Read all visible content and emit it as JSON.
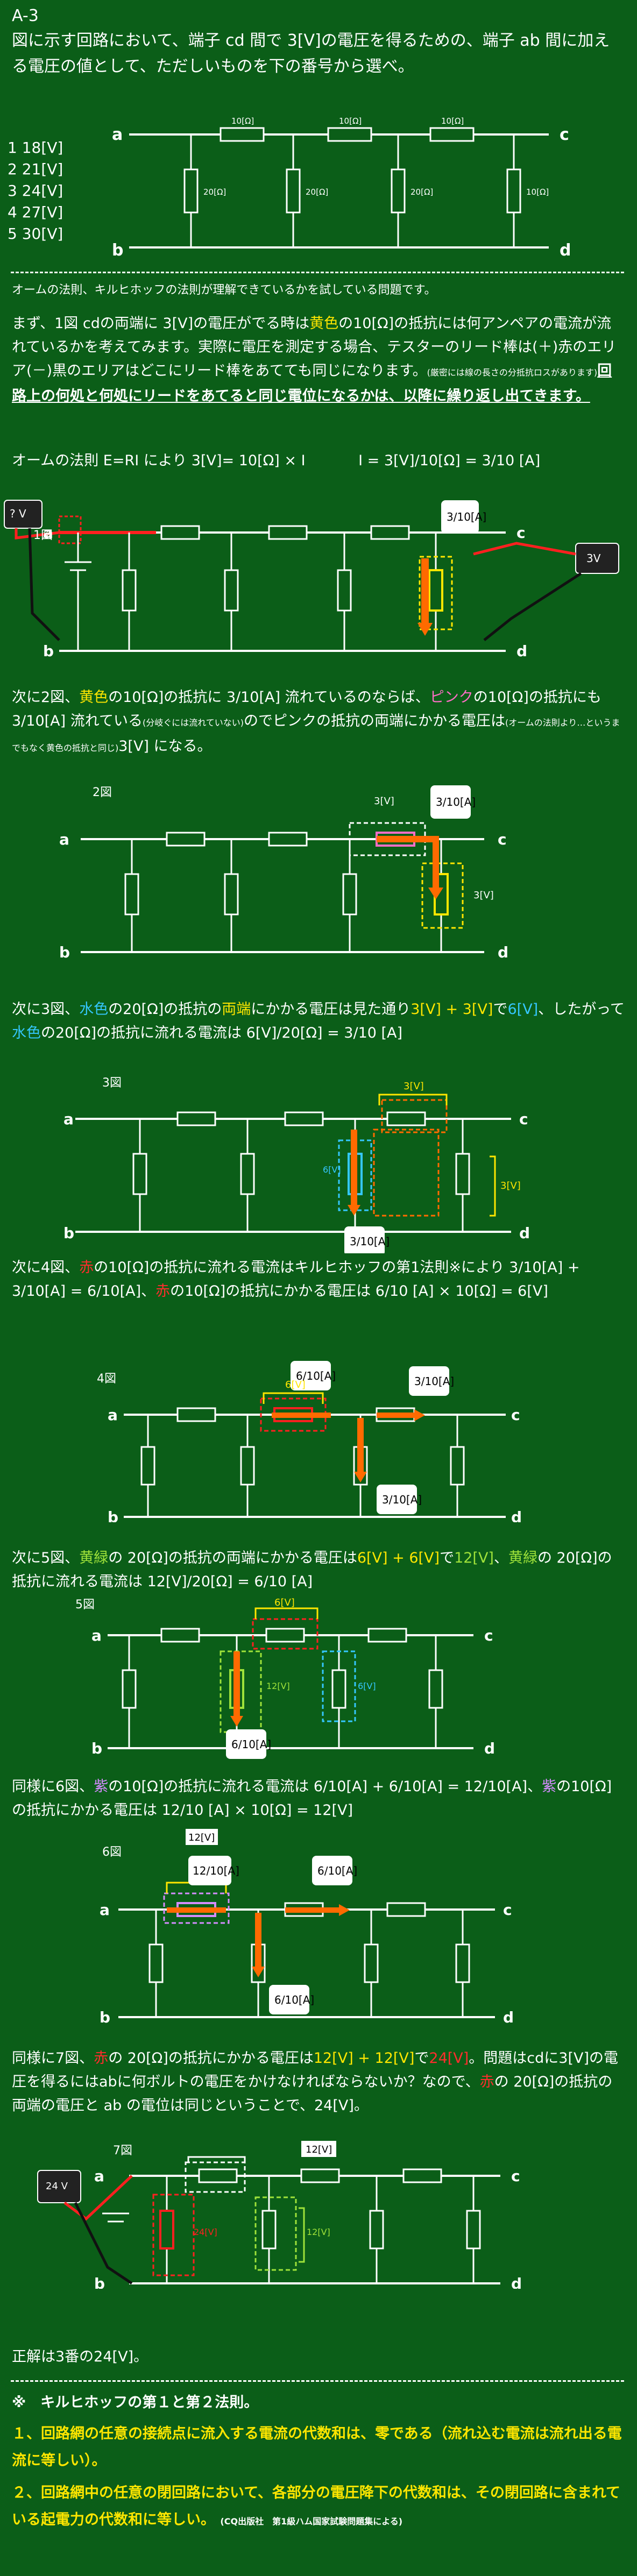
{
  "header": {
    "id": "A-3",
    "question": "図に示す回路において、端子 cd 間で 3[V]の電圧を得るための、端子 ab 間に加える電圧の値として、ただしいものを下の番号から選べ。"
  },
  "choices": [
    "1  18[V]",
    "2  21[V]",
    "3  24[V]",
    "4  27[V]",
    "5  30[V]"
  ],
  "terminals": {
    "a": "a",
    "b": "b",
    "c": "c",
    "d": "d"
  },
  "resistors": {
    "r10": "10[Ω]",
    "r20": "20[Ω]"
  },
  "intro": "オームの法則、キルヒホッフの法則が理解できているかを試している問題です。",
  "para1": {
    "t1": "まず、1図 cdの両端に 3[V]の電圧がでる時は",
    "yellow": "黄色",
    "t2": "の10[Ω]の抵抗には何アンペアの電流が流れているかを考えてみます。実際に電圧を測定する場合、テスターのリード棒は(＋)赤のエリア(－)黒のエリアはどこにリード棒をあてても同じになります。",
    "note": "(厳密には線の長さの分抵抗ロスがあります)",
    "under": "回路上の何処と何処にリードをあてると同じ電位になるかは、以降に繰り返し出てきます。"
  },
  "ohm": {
    "law": "オームの法則 E=RI により 3[V]= 10[Ω] × I",
    "result": "I = 3[V]/10[Ω] = 3/10 [A]"
  },
  "fig1": {
    "label": "1図",
    "meter_left": "? V",
    "meter_right": "3V",
    "current": "3/10[A]"
  },
  "para2": {
    "t1": "次に2図、",
    "yellow": "黄色",
    "t2": "の10[Ω]の抵抗に 3/10[A] 流れているのならば、",
    "pink": "ピンク",
    "t3": "の10[Ω]の抵抗にも 3/10[A] 流れている",
    "note": "(分岐ぐには流れていない)",
    "t4": "のでピンクの抵抗の両端にかかる電圧は",
    "note2": "(オームの法則より…というまでもなく黄色の抵抗と同じ)",
    "t5": "3[V] になる。"
  },
  "fig2": {
    "label": "2図",
    "v_top": "3[V]",
    "v_right": "3[V]",
    "current": "3/10[A]"
  },
  "para3": {
    "t1": "次に3図、",
    "aqua": "水色",
    "t2": "の20[Ω]の抵抗の",
    "yellow": "両端",
    "t3": "にかかる電圧は見た通り",
    "sum": "3[V] + 3[V]",
    "t4": "で",
    "res": "6[V]",
    "t5": "、したがって",
    "aqua2": "水色",
    "t6": "の20[Ω]の抵抗に流れる電流は 6[V]/20[Ω] = 3/10 [A]"
  },
  "fig3": {
    "label": "3図",
    "v_top": "3[V]",
    "v_mid": "6[V]",
    "v_right": "3[V]",
    "current": "3/10[A]"
  },
  "para4": {
    "t1": "次に4図、",
    "red": "赤",
    "t2": "の10[Ω]の抵抗に流れる電流はキルヒホッフの第1法則※により 3/10[A] + 3/10[A] = 6/10[A]、",
    "red2": "赤",
    "t3": "の10[Ω]の抵抗にかかる電圧は 6/10 [A] × 10[Ω] = 6[V]"
  },
  "fig4": {
    "label": "4図",
    "v_top": "6[V]",
    "current_top": "6/10[A]",
    "current_right": "3/10[A]",
    "current_down": "3/10[A]"
  },
  "para5": {
    "t1": "次に5図、",
    "yg": "黄緑",
    "t2": "の 20[Ω]の抵抗の両端にかかる電圧は",
    "sum": "6[V] + 6[V]",
    "t3": "で",
    "res": "12[V]",
    "t4": "、",
    "yg2": "黄緑",
    "t5": "の 20[Ω]の抵抗に流れる電流は 12[V]/20[Ω] = 6/10 [A]"
  },
  "fig5": {
    "label": "5図",
    "v_top": "6[V]",
    "v_mid": "12[V]",
    "v_right": "6[V]",
    "current": "6/10[A]"
  },
  "para6": {
    "t1": "同様に6図、",
    "purple": "紫",
    "t2": "の10[Ω]の抵抗に流れる電流は 6/10[A] + 6/10[A] = 12/10[A]、",
    "purple2": "紫",
    "t3": "の10[Ω]の抵抗にかかる電圧は 12/10 [A] × 10[Ω] = 12[V]"
  },
  "fig6": {
    "label": "6図",
    "v_top": "12[V]",
    "current_top": "12/10[A]",
    "current_right": "6/10[A]",
    "current_down": "6/10[A]"
  },
  "para7": {
    "t1": "同様に7図、",
    "red": "赤",
    "t2": "の 20[Ω]の抵抗にかかる電圧は",
    "sum": "12[V] + 12[V]",
    "t3": "で",
    "res": "24[V]",
    "t4": "。問題はcdに3[V]の電圧を得るにはabに何ボルトの電圧をかけなければならないか？なので、",
    "red2": "赤",
    "t5": "の 20[Ω]の抵抗の両端の電圧と ab の電位は同じということで、24[V]。"
  },
  "fig7": {
    "label": "7図",
    "meter": "24 V",
    "v_top": "12[V]",
    "v_red": "24[V]",
    "v_green": "12[V]"
  },
  "answer": "正解は3番の24[V]。",
  "kirchhoff": {
    "title": "※　キルヒホッフの第１と第２法則。",
    "law1": "１、回路網の任意の接続点に流入する電流の代数和は、零である（流れ込む電流は流れ出る電流に等しい）。",
    "law2": "２、回路網中の任意の閉回路において、各部分の電圧降下の代数和は、その閉回路に含まれている起電力の代数和に等しい。",
    "source": "(CQ出版社　第1級ハム国家試験問題集による)"
  }
}
